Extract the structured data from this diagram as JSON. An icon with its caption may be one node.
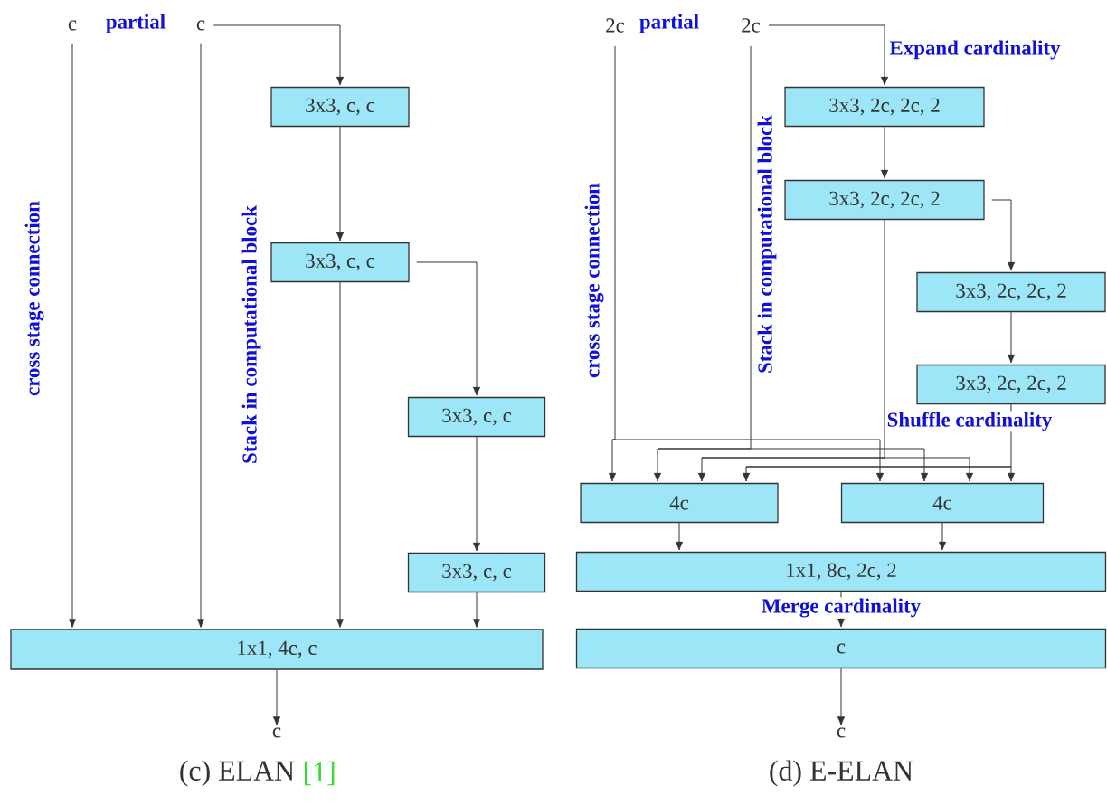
{
  "diagram": {
    "nodes": [
      {
        "text": [
          "c"
        ]
      },
      {
        "text": [
          "c"
        ]
      },
      {
        "text": [
          "3x3, c, c"
        ]
      },
      {
        "text": [
          "3x3, c, c"
        ]
      },
      {
        "text": [
          "3x3, c, c"
        ]
      },
      {
        "text": [
          "3x3, c, c"
        ]
      },
      {
        "text": [
          "1x1, 4c, c"
        ]
      },
      {
        "text": [
          "c"
        ]
      },
      {
        "text": [
          "2c"
        ]
      },
      {
        "text": [
          "2c"
        ]
      },
      {
        "text": [
          "3x3, 2c, 2c, 2"
        ]
      },
      {
        "text": [
          "3x3, 2c, 2c, 2"
        ]
      },
      {
        "text": [
          "3x3, 2c, 2c, 2"
        ]
      },
      {
        "text": [
          "3x3, 2c, 2c, 2"
        ]
      },
      {
        "text": [
          "4c"
        ]
      },
      {
        "text": [
          "4c"
        ]
      },
      {
        "text": [
          "1x1, 8c, 2c, 2"
        ]
      },
      {
        "text": [
          "c"
        ]
      },
      {
        "text": [
          "c"
        ]
      }
    ],
    "edges": [
      {
        "from": 1,
        "to": 2,
        "arrow": "to"
      },
      {
        "from": 2,
        "to": 3,
        "arrow": "to"
      },
      {
        "from": 3,
        "to": 4,
        "arrow": "to"
      },
      {
        "from": 4,
        "to": 5,
        "arrow": "to"
      },
      {
        "from": 0,
        "to": 6,
        "arrow": "to"
      },
      {
        "from": 1,
        "to": 6,
        "arrow": "to"
      },
      {
        "from": 3,
        "to": 6,
        "arrow": "to"
      },
      {
        "from": 5,
        "to": 6,
        "arrow": "to"
      },
      {
        "from": 6,
        "to": 7,
        "arrow": "to"
      },
      {
        "from": 9,
        "to": 10,
        "arrow": "to"
      },
      {
        "from": 10,
        "to": 11,
        "arrow": "to"
      },
      {
        "from": 11,
        "to": 12,
        "arrow": "to"
      },
      {
        "from": 12,
        "to": 13,
        "arrow": "to"
      },
      {
        "from": 8,
        "to": 14,
        "arrow": "to"
      },
      {
        "from": 8,
        "to": 15,
        "arrow": "to"
      },
      {
        "from": 9,
        "to": 14,
        "arrow": "to"
      },
      {
        "from": 9,
        "to": 15,
        "arrow": "to"
      },
      {
        "from": 11,
        "to": 14,
        "arrow": "to"
      },
      {
        "from": 11,
        "to": 15,
        "arrow": "to"
      },
      {
        "from": 13,
        "to": 14,
        "arrow": "to"
      },
      {
        "from": 13,
        "to": 15,
        "arrow": "to"
      },
      {
        "from": 14,
        "to": 16,
        "arrow": "to"
      },
      {
        "from": 15,
        "to": 16,
        "arrow": "to"
      },
      {
        "from": 16,
        "to": 17,
        "arrow": "to"
      },
      {
        "from": 17,
        "to": 18,
        "arrow": "to"
      }
    ],
    "labels": [
      "partial",
      "partial",
      "Expand cardinality",
      "cross stage connection",
      "Stack in computational block",
      "cross stage connection",
      "Stack in computational block",
      "Shuffle cardinality",
      "Merge cardinality",
      "(c) ELAN",
      "[1]",
      "(d) E-ELAN"
    ]
  }
}
